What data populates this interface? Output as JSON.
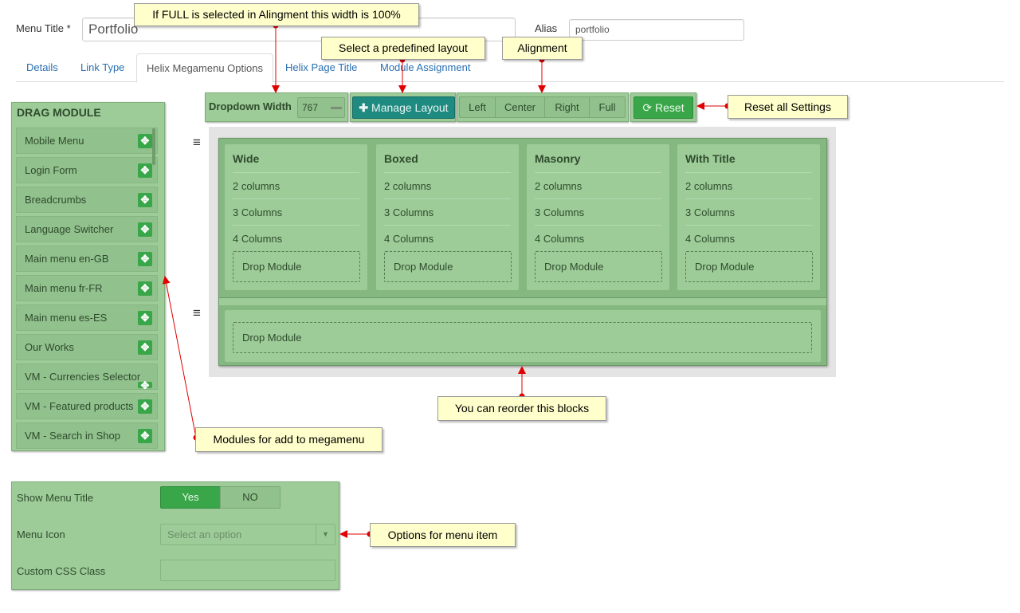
{
  "form": {
    "menu_title_label": "Menu Title *",
    "menu_title_value": "Portfolio",
    "alias_label": "Alias",
    "alias_value": "portfolio"
  },
  "tabs": [
    {
      "label": "Details"
    },
    {
      "label": "Link Type"
    },
    {
      "label": "Helix Megamenu Options"
    },
    {
      "label": "Helix Page Title"
    },
    {
      "label": "Module Assignment"
    }
  ],
  "drag_module": {
    "title": "DRAG MODULE",
    "items": [
      "Mobile Menu",
      "Login Form",
      "Breadcrumbs",
      "Language Switcher",
      "Main menu en-GB",
      "Main menu fr-FR",
      "Main menu es-ES",
      "Our Works",
      "VM - Currencies Selector",
      "VM - Featured products",
      "VM - Search in Shop"
    ]
  },
  "toolbar": {
    "dropdown_width_label": "Dropdown Width",
    "dropdown_width_value": "767",
    "manage_layout_label": "Manage Layout",
    "alignments": [
      "Left",
      "Center",
      "Right",
      "Full"
    ],
    "reset_label": "Reset"
  },
  "layout": {
    "columns": [
      {
        "title": "Wide",
        "rows": [
          "2 columns",
          "3 Columns",
          "4 Columns"
        ],
        "drop": "Drop Module"
      },
      {
        "title": "Boxed",
        "rows": [
          "2 columns",
          "3 Columns",
          "4 Columns"
        ],
        "drop": "Drop Module"
      },
      {
        "title": "Masonry",
        "rows": [
          "2 columns",
          "3 Columns",
          "4 Columns"
        ],
        "drop": "Drop Module"
      },
      {
        "title": "With Title",
        "rows": [
          "2 columns",
          "3 Columns",
          "4 Columns"
        ],
        "drop": "Drop Module"
      }
    ],
    "bottom_drop": "Drop Module"
  },
  "options": {
    "show_menu_title_label": "Show Menu Title",
    "yes_label": "Yes",
    "no_label": "NO",
    "menu_icon_label": "Menu Icon",
    "menu_icon_placeholder": "Select an option",
    "custom_css_label": "Custom CSS Class"
  },
  "callouts": {
    "full_width": "If FULL is selected in Alingment this width is 100%",
    "predefined_layout": "Select a predefined layout",
    "alignment": "Alignment",
    "reset_all": "Reset all Settings",
    "reorder": "You can reorder this blocks",
    "modules": "Modules for add to megamenu",
    "options": "Options for menu item"
  },
  "icons": {
    "plus": "move-icon",
    "hamburger": "reorder-handle-icon",
    "refresh": "refresh-icon",
    "chevron": "chevron-down-icon"
  },
  "colors": {
    "panel_green": "#9dcc98",
    "button_green": "#3aa64a",
    "teal": "#1f8a80",
    "callout_yellow": "#ffffcc",
    "arrow_red": "#e00000"
  }
}
